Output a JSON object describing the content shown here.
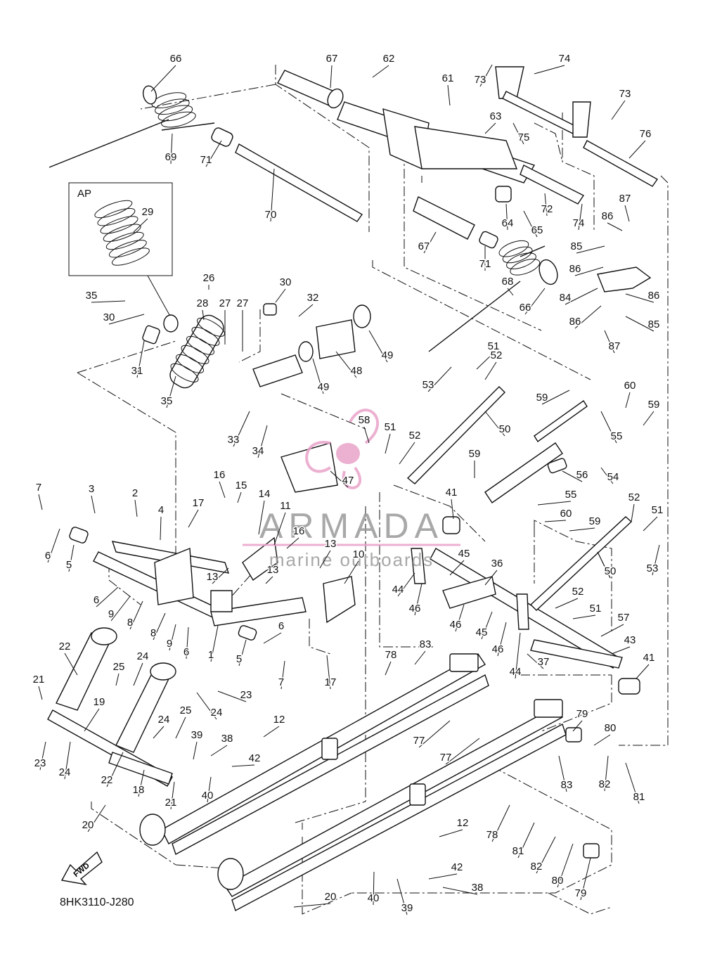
{
  "diagram": {
    "code": "8HK3110-J280",
    "inset_label": "AP",
    "fwd_label": "FWD",
    "watermark": {
      "brand": "ARMADA",
      "tagline": "marine outboards"
    }
  },
  "callouts": [
    "1",
    "2",
    "3",
    "4",
    "5",
    "6",
    "7",
    "8",
    "9",
    "10",
    "11",
    "12",
    "13",
    "14",
    "15",
    "16",
    "17",
    "18",
    "19",
    "20",
    "21",
    "22",
    "23",
    "24",
    "25",
    "26",
    "27",
    "28",
    "29",
    "30",
    "31",
    "32",
    "33",
    "34",
    "35",
    "36",
    "37",
    "38",
    "39",
    "40",
    "41",
    "42",
    "43",
    "44",
    "45",
    "46",
    "47",
    "48",
    "49",
    "50",
    "51",
    "52",
    "53",
    "54",
    "55",
    "56",
    "57",
    "58",
    "59",
    "60",
    "61",
    "62",
    "63",
    "64",
    "65",
    "66",
    "67",
    "68",
    "69",
    "70",
    "71",
    "72",
    "73",
    "74",
    "75",
    "76",
    "77",
    "78",
    "79",
    "80",
    "81",
    "82",
    "83",
    "84",
    "85",
    "86",
    "87"
  ],
  "colors": {
    "line": "#111111",
    "watermark_pink": "#e9a3c9",
    "watermark_text": "#9a9a9a"
  }
}
